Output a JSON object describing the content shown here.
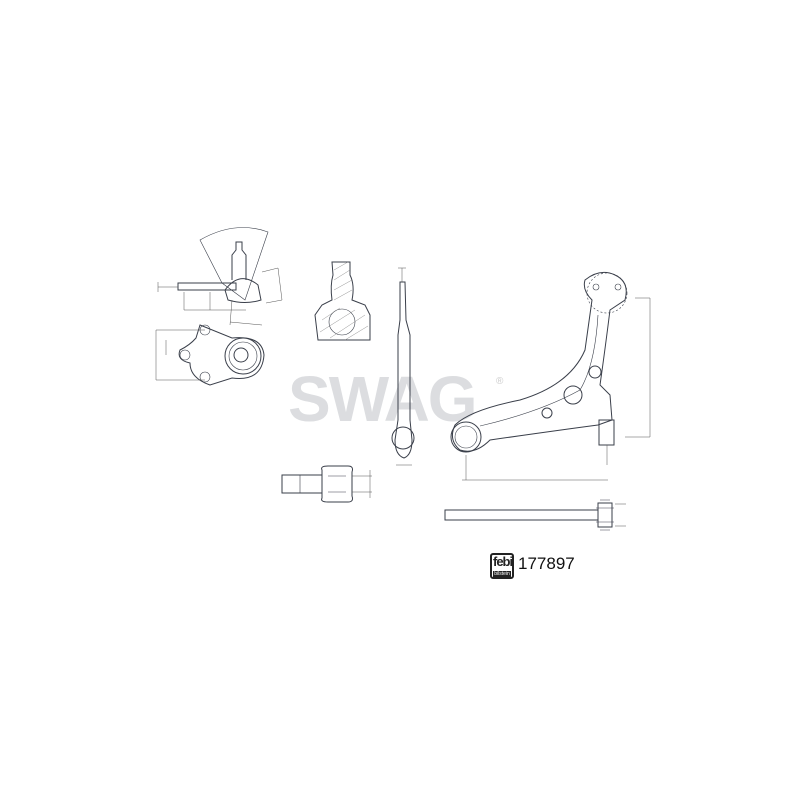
{
  "watermark": {
    "text": "SWAG",
    "registered": "®"
  },
  "logo": {
    "top": "febi",
    "bottom": "bilstein"
  },
  "part_number": "177897",
  "colors": {
    "line": "#3a3f4a",
    "watermark": "#d6d8db"
  }
}
